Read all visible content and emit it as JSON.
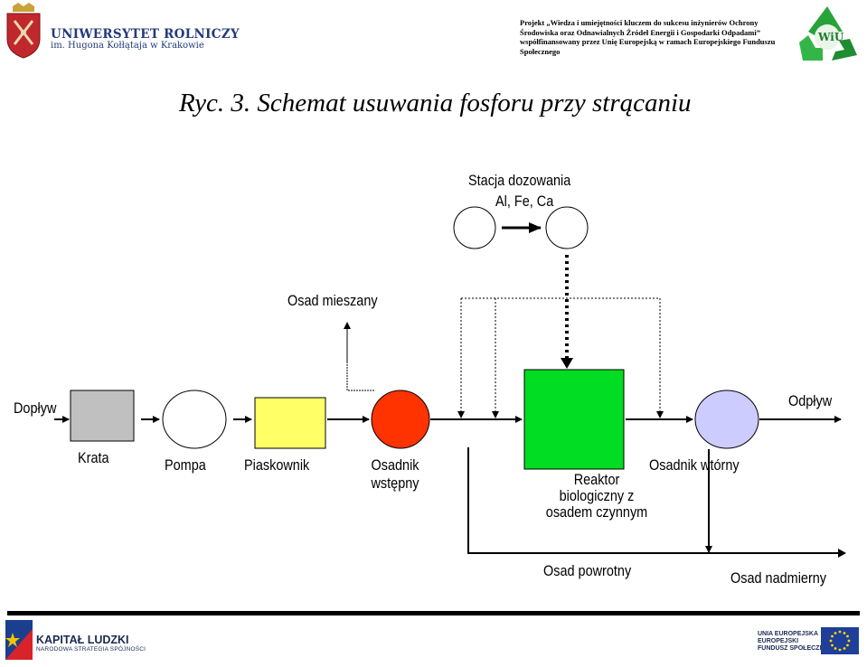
{
  "header": {
    "university_name": "UNIWERSYTET ROLNICZY",
    "university_sub": "im. Hugona Kołłątaja w Krakowie",
    "project_lines": [
      "Projekt „Wiedza i umiejętności kluczem do sukcesu inżynierów Ochrony",
      "Środowiska oraz Odnawialnych Źródeł Energii i Gospodarki Odpadami”",
      "współfinansowany przez Unię Europejską w ramach Europejskiego Funduszu",
      "Społecznego"
    ],
    "wiu_logo_text": "WiU"
  },
  "title": "Ryc. 3. Schemat usuwania fosforu przy strącaniu",
  "diagram": {
    "dosing_station": [
      "Stacja dozowania",
      "Al, Fe, Ca"
    ],
    "mixed_sludge": "Osad mieszany",
    "inflow": "Dopływ",
    "outflow": "Odpływ",
    "screen": "Krata",
    "pump": "Pompa",
    "sand_trap": "Piaskownik",
    "primary_settler": [
      "Osadnik",
      "wstępny"
    ],
    "reactor": [
      "Reaktor",
      "biologiczny z",
      "osadem czynnym"
    ],
    "secondary_settler": "Osadnik wtórny",
    "return_sludge": "Osad powrotny",
    "excess_sludge": "Osad nadmierny"
  },
  "colors": {
    "screen_fill": "#c0c0c0",
    "sand_trap_fill": "#ffff66",
    "primary_settler_fill": "#ff3300",
    "reactor_fill": "#00dd22",
    "secondary_settler_fill": "#ccccff"
  },
  "footer": {
    "kl_title": "KAPITAŁ LUDZKI",
    "kl_sub": "NARODOWA STRATEGIA SPÓJNOŚCI",
    "ue_lines": [
      "UNIA EUROPEJSKA",
      "EUROPEJSKI",
      "FUNDUSZ SPOŁECZNY"
    ]
  }
}
